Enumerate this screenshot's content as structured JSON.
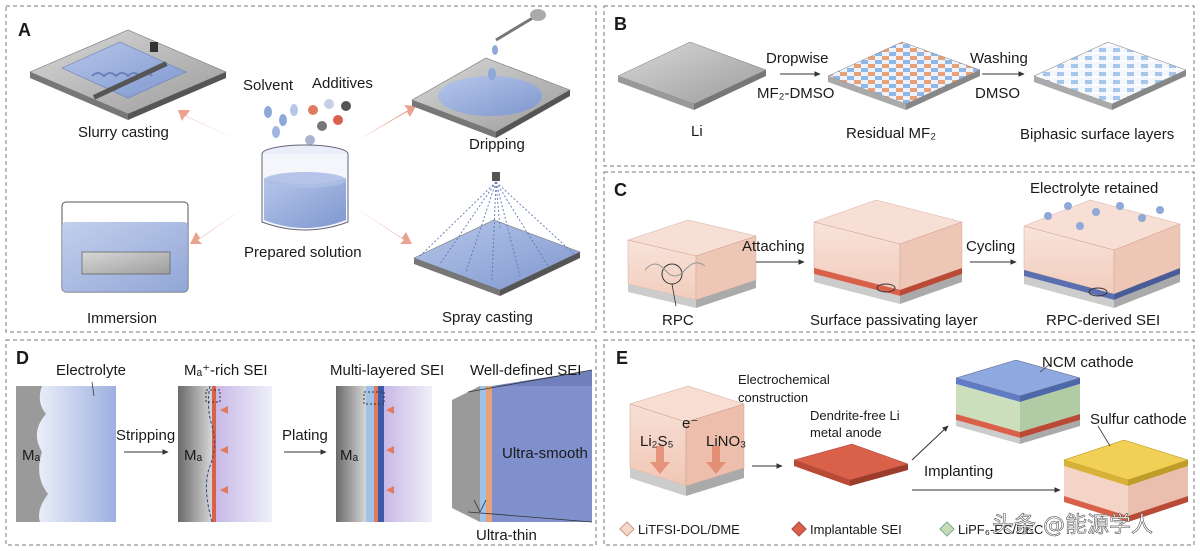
{
  "panels": {
    "A": {
      "letter": "A",
      "solvent": "Solvent",
      "additives": "Additives",
      "slurry": "Slurry casting",
      "dripping": "Dripping",
      "prepared": "Prepared solution",
      "immersion": "Immersion",
      "spray": "Spray casting"
    },
    "B": {
      "letter": "B",
      "dropwise": "Dropwise",
      "mf2_dmso": "MF₂-DMSO",
      "washing": "Washing",
      "dmso": "DMSO",
      "li": "Li",
      "residual": "Residual MF₂",
      "biphasic": "Biphasic surface layers"
    },
    "C": {
      "letter": "C",
      "electrolyte_retained": "Electrolyte retained",
      "attaching": "Attaching",
      "cycling": "Cycling",
      "rpc": "RPC",
      "surface_passivating": "Surface passivating layer",
      "rpc_sei": "RPC-derived SEI"
    },
    "D": {
      "letter": "D",
      "electrolyte": "Electrolyte",
      "ma_rich": "Mₐ⁺-rich SEI",
      "multi": "Multi-layered SEI",
      "well": "Well-defined SEI",
      "stripping": "Stripping",
      "plating": "Plating",
      "ma": "Mₐ",
      "ultra_smooth": "Ultra-smooth",
      "ultra_thin": "Ultra-thin"
    },
    "E": {
      "letter": "E",
      "ec1": "Electrochemical",
      "ec2": "construction",
      "electron": "e⁻",
      "li2s5": "Li₂S₅",
      "lino3": "LiNO₃",
      "dendrite1": "Dendrite-free Li",
      "dendrite2": "metal anode",
      "ncm": "NCM cathode",
      "sulfur": "Sulfur cathode",
      "implanting": "Implanting",
      "legend1": "LiTFSI-DOL/DME",
      "legend2": "Implantable SEI",
      "legend3": "LiPF₆-EC/DEC"
    }
  },
  "watermark": "头条 @能源学人",
  "colors": {
    "li_metal": "#9a9a9a",
    "solution_blue": "#8ea8d8",
    "sei_orange": "#d9614a",
    "ncm_blue": "#6f8fd0",
    "sulfur_yellow": "#f2cf55",
    "arrow_salmon": "#e07a5f"
  }
}
